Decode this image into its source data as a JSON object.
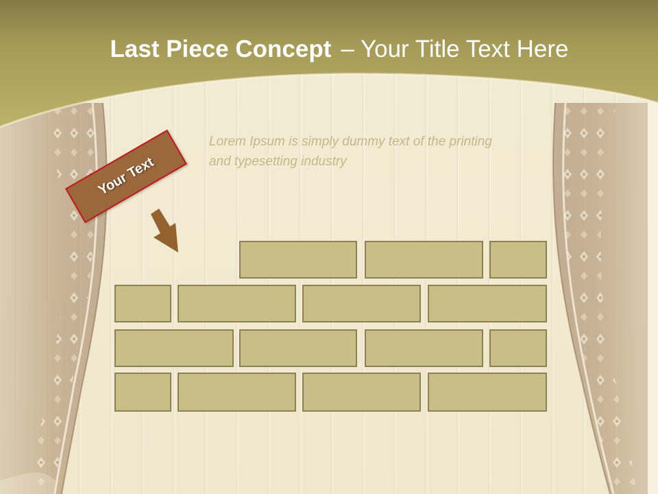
{
  "slide": {
    "title_bold": "Last Piece Concept",
    "title_separator": "–",
    "title_rest": "Your Title Text Here",
    "body_text": "Lorem Ipsum is simply dummy text of the printing and typesetting industry",
    "tag_label": "Your Text"
  },
  "wall": {
    "rows": [
      [
        "brick",
        "brick",
        "brick"
      ],
      [
        "brick",
        "brick",
        "brick",
        "brick"
      ],
      [
        "brick",
        "brick",
        "brick",
        "brick"
      ],
      [
        "brick",
        "brick",
        "brick",
        "brick"
      ]
    ],
    "missing_piece": "row 1, leftmost position"
  },
  "colors": {
    "header": "#aea35d",
    "background": "#f1ead2",
    "brick_fill": "#c9be88",
    "brick_border": "#8b8152",
    "tag_fill": "#9c673a",
    "tag_border": "#c0191e",
    "arrow": "#94622f",
    "body_text": "#c4b886",
    "curtain": "#9a7b5e"
  },
  "icons": {
    "arrow": "down-right-arrow-icon"
  }
}
